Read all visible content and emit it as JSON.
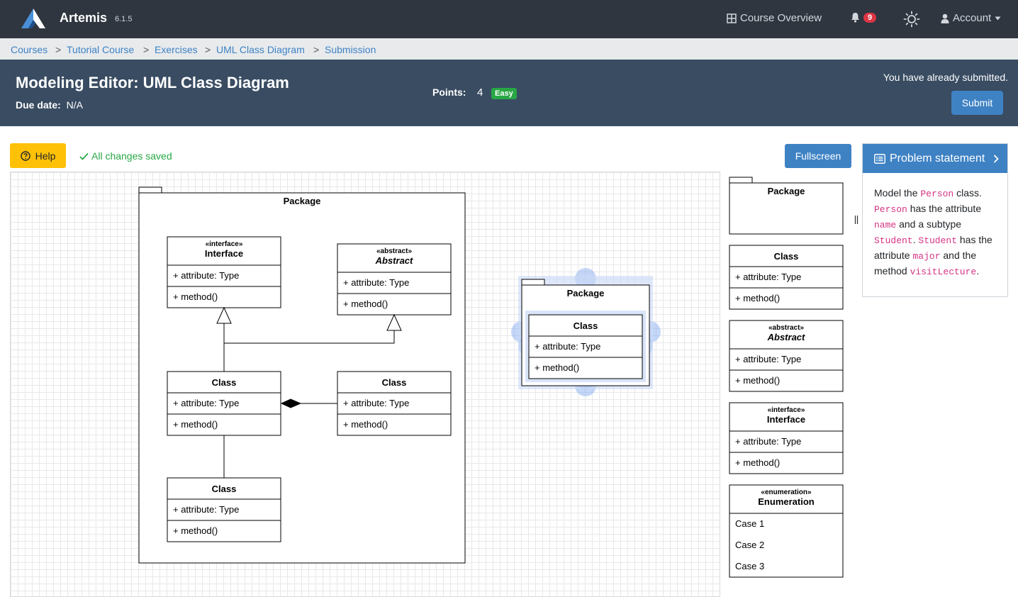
{
  "navbar": {
    "brand": "Artemis",
    "version": "6.1.5",
    "course_overview": "Course Overview",
    "notification_count": "9",
    "account": "Account",
    "icons": [
      "artemis-logo",
      "course-overview-icon",
      "bell-icon",
      "theme-sun-icon",
      "user-icon",
      "caret-down-icon"
    ]
  },
  "breadcrumb": {
    "items": [
      "Courses",
      "Tutorial Course",
      "Exercises",
      "UML Class Diagram",
      "Submission"
    ],
    "separator": ">"
  },
  "header": {
    "title": "Modeling Editor: UML Class Diagram",
    "due_label": "Due date:",
    "due_value": "N/A",
    "points_label": "Points:",
    "points_value": "4",
    "difficulty": "Easy",
    "submitted_text": "You have already submitted.",
    "submit_label": "Submit"
  },
  "toolbar": {
    "help_label": "Help",
    "saved_label": "All changes saved",
    "fullscreen_label": "Fullscreen"
  },
  "diagram": {
    "outer_package": "Package",
    "interface": {
      "stereotype": "«interface»",
      "name": "Interface",
      "attribute": "+ attribute: Type",
      "method": "+ method()"
    },
    "abstract": {
      "stereotype": "«abstract»",
      "name": "Abstract",
      "attribute": "+ attribute: Type",
      "method": "+ method()"
    },
    "class_left": {
      "name": "Class",
      "attribute": "+ attribute: Type",
      "method": "+ method()"
    },
    "class_right": {
      "name": "Class",
      "attribute": "+ attribute: Type",
      "method": "+ method()"
    },
    "class_bottom": {
      "name": "Class",
      "attribute": "+ attribute: Type",
      "method": "+ method()"
    },
    "selected_package": "Package",
    "selected_class": {
      "name": "Class",
      "attribute": "+ attribute: Type",
      "method": "+ method()"
    }
  },
  "palette": {
    "package": "Package",
    "class": {
      "name": "Class",
      "attribute": "+ attribute: Type",
      "method": "+ method()"
    },
    "abstract": {
      "stereotype": "«abstract»",
      "name": "Abstract",
      "attribute": "+ attribute: Type",
      "method": "+ method()"
    },
    "interface": {
      "stereotype": "«interface»",
      "name": "Interface",
      "attribute": "+ attribute: Type",
      "method": "+ method()"
    },
    "enumeration": {
      "stereotype": "«enumeration»",
      "name": "Enumeration",
      "cases": [
        "Case 1",
        "Case 2",
        "Case 3"
      ]
    }
  },
  "problem_statement": {
    "title": "Problem statement",
    "text": {
      "t1": "Model the ",
      "c1": "Person",
      "t2": " class. ",
      "c2": "Person",
      "t3": " has the attribute ",
      "c3": "name",
      "t4": " and a subtype ",
      "c4": "Student",
      "t5": ". ",
      "c5": "Student",
      "t6": " has the attribute ",
      "c6": "major",
      "t7": " and the method ",
      "c7": "visitLecture",
      "t8": "."
    }
  },
  "colors": {
    "navbar": "#2f3640",
    "header": "#394c62",
    "primary": "#3e82c4",
    "warning": "#ffc107",
    "success": "#28a745",
    "danger": "#dc3545",
    "selection": "#7ea6f0"
  }
}
